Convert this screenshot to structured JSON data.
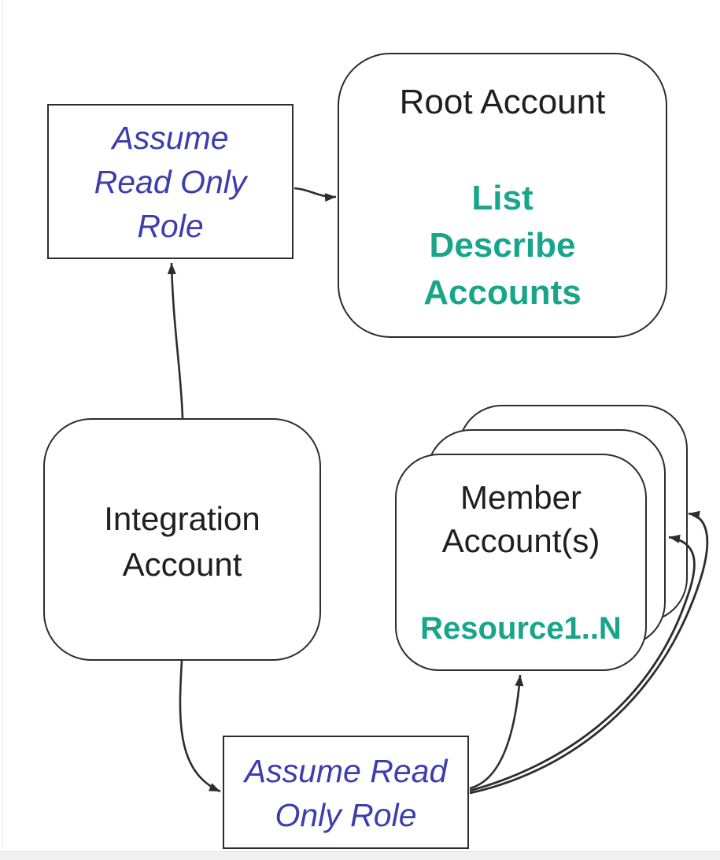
{
  "canvas": {
    "background": "#ffffff",
    "page_edge_color": "#f0f0f3"
  },
  "colors": {
    "node_stroke": "#2d2d2d",
    "arrow": "#2d2d2d",
    "role_text_blue": "#3b3eac",
    "action_text_green": "#18a58a",
    "label_text_black": "#1f1f1f"
  },
  "nodes": {
    "assume_role_top": {
      "type": "rectangle",
      "lines": [
        "Assume",
        "Read Only",
        "Role"
      ]
    },
    "root_account": {
      "type": "rounded-rectangle",
      "title": "Root Account",
      "actions": [
        "List",
        "Describe",
        "Accounts"
      ]
    },
    "integration_account": {
      "type": "rounded-rectangle",
      "lines": [
        "Integration",
        "Account"
      ]
    },
    "member_accounts": {
      "type": "rounded-rectangle-stack",
      "stack_count": 3,
      "lines": [
        "Member",
        "Account(s)"
      ],
      "resources": "Resource1..N"
    },
    "assume_role_bottom": {
      "type": "rectangle",
      "lines": [
        "Assume Read",
        "Only Role"
      ]
    }
  },
  "edges": [
    {
      "from": "assume_role_top",
      "to": "root_account"
    },
    {
      "from": "integration_account",
      "to": "assume_role_top"
    },
    {
      "from": "integration_account",
      "to": "assume_role_bottom"
    },
    {
      "from": "assume_role_bottom",
      "to": "member_accounts_front"
    },
    {
      "from": "assume_role_bottom",
      "to": "member_accounts_middle"
    },
    {
      "from": "assume_role_bottom",
      "to": "member_accounts_back"
    }
  ]
}
